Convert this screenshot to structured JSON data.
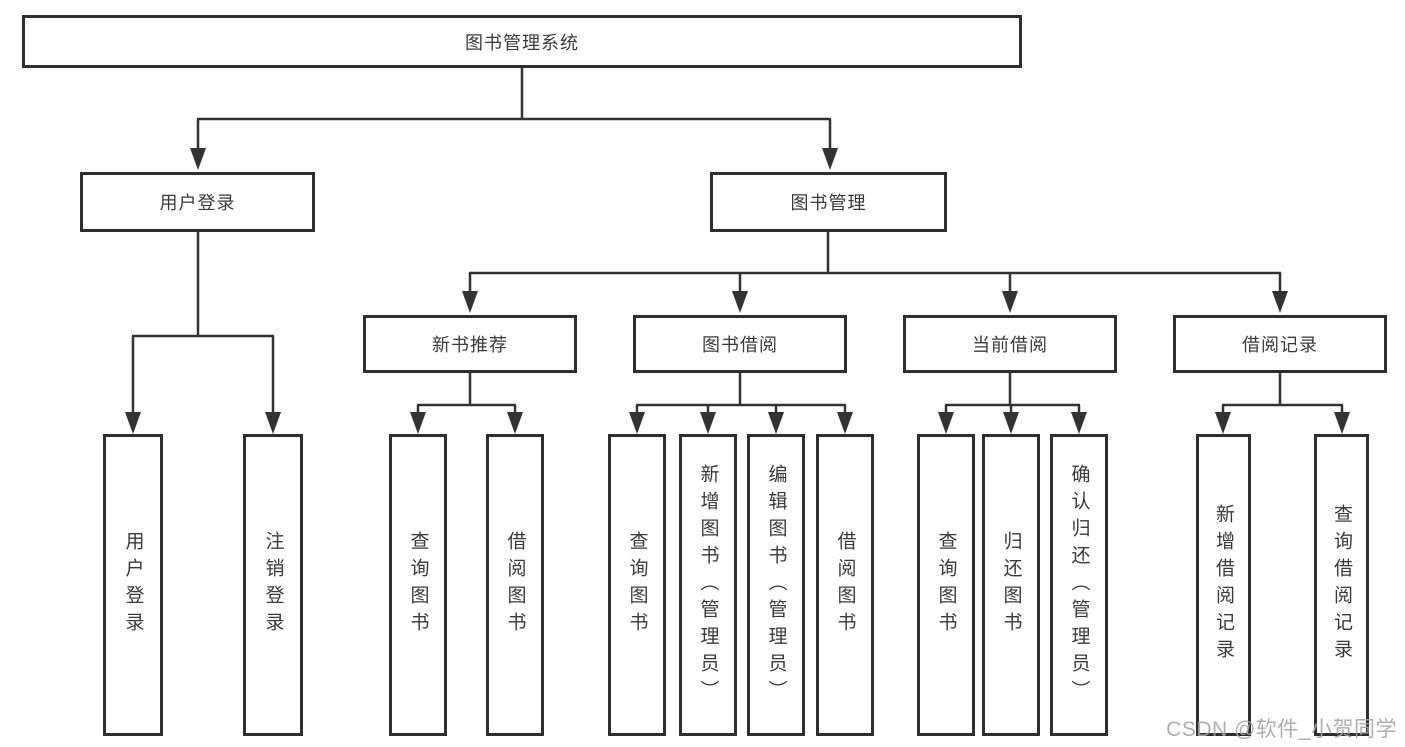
{
  "nodes": {
    "root": "图书管理系统",
    "level2": [
      "用户登录",
      "图书管理"
    ],
    "level3": [
      "新书推荐",
      "图书借阅",
      "当前借阅",
      "借阅记录"
    ],
    "leaves": [
      "用户登录",
      "注销登录",
      "查询图书",
      "借阅图书",
      "查询图书",
      "新增图书（管理员）",
      "编辑图书（管理员）",
      "借阅图书",
      "查询图书",
      "归还图书",
      "确认归还（管理员）",
      "新增借阅记录",
      "查询借阅记录"
    ]
  },
  "watermark": {
    "text": "CSDN @软件_小贺同学"
  },
  "colors": {
    "line": "#333333",
    "box_border": "#2e2e2e",
    "box_fill": "#ffffff",
    "text": "#3a3a3a",
    "watermark": "#a6a6a6",
    "background": "#ffffff"
  }
}
